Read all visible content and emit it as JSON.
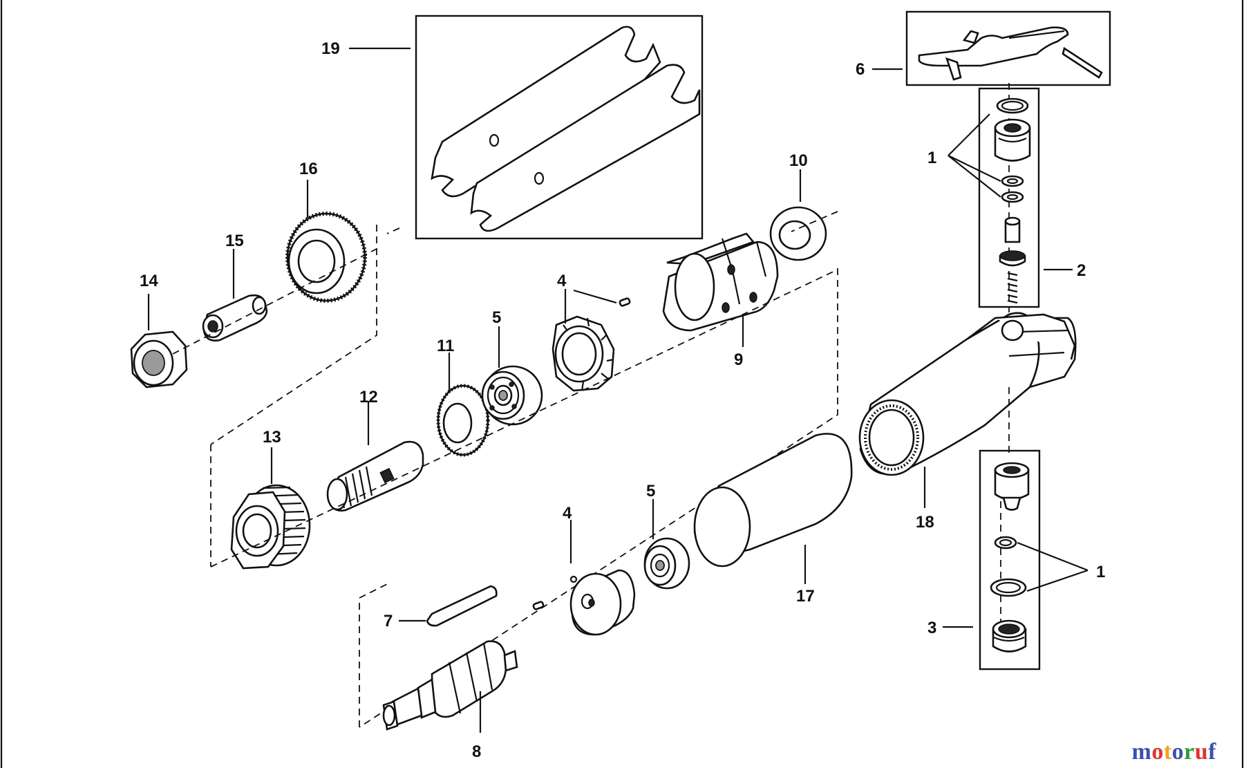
{
  "diagram": {
    "part_labels": [
      {
        "id": "p1a",
        "text": "1"
      },
      {
        "id": "p1b",
        "text": "1"
      },
      {
        "id": "p2",
        "text": "2"
      },
      {
        "id": "p3",
        "text": "3"
      },
      {
        "id": "p4a",
        "text": "4"
      },
      {
        "id": "p4b",
        "text": "4"
      },
      {
        "id": "p5a",
        "text": "5"
      },
      {
        "id": "p5b",
        "text": "5"
      },
      {
        "id": "p6",
        "text": "6"
      },
      {
        "id": "p7",
        "text": "7"
      },
      {
        "id": "p8",
        "text": "8"
      },
      {
        "id": "p9",
        "text": "9"
      },
      {
        "id": "p10",
        "text": "10"
      },
      {
        "id": "p11",
        "text": "11"
      },
      {
        "id": "p12",
        "text": "12"
      },
      {
        "id": "p13",
        "text": "13"
      },
      {
        "id": "p14",
        "text": "14"
      },
      {
        "id": "p15",
        "text": "15"
      },
      {
        "id": "p16",
        "text": "16"
      },
      {
        "id": "p17",
        "text": "17"
      },
      {
        "id": "p18",
        "text": "18"
      },
      {
        "id": "p19",
        "text": "19"
      }
    ]
  },
  "watermark": {
    "text": "motoruf",
    "letters": [
      "m",
      "o",
      "t",
      "o",
      "r",
      "u",
      "f"
    ],
    "colors": [
      "#3d4fb0",
      "#e0342a",
      "#f2a31b",
      "#3d4fb0",
      "#2e9b3a",
      "#e0342a",
      "#3d4fb0"
    ]
  }
}
